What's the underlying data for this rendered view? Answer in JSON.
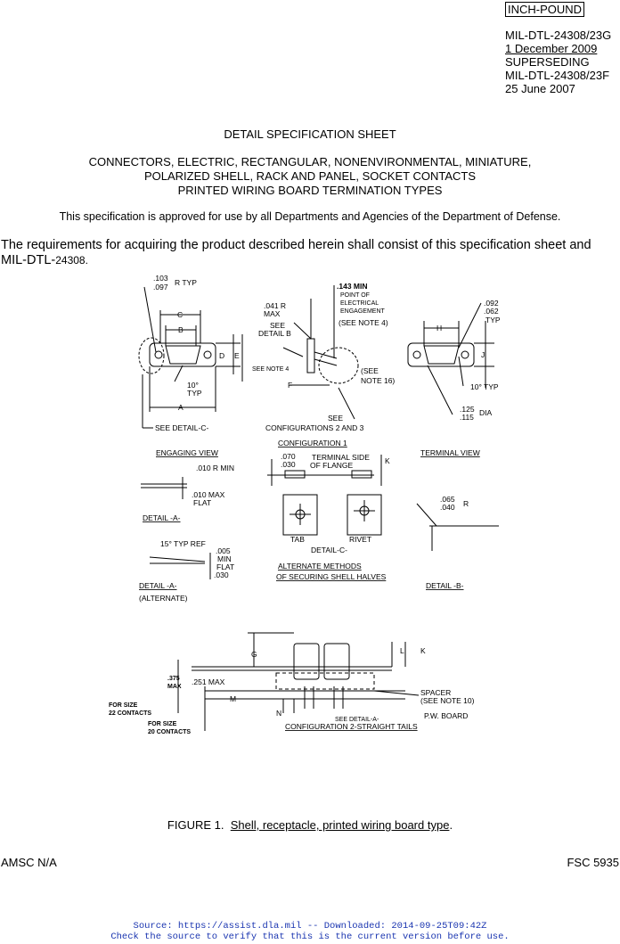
{
  "header": {
    "inch_pound": "INCH-POUND",
    "doc_number": "MIL-DTL-24308/23G",
    "date": "1 December 2009",
    "superseding": "SUPERSEDING",
    "prev_doc": "MIL-DTL-24308/23F",
    "prev_date": "25 June 2007"
  },
  "title": {
    "sheet": "DETAIL SPECIFICATION SHEET",
    "line1": "CONNECTORS, ELECTRIC, RECTANGULAR, NONENVIRONMENTAL, MINIATURE,",
    "line2": "POLARIZED SHELL, RACK AND PANEL, SOCKET CONTACTS",
    "line3": "PRINTED WIRING BOARD TERMINATION TYPES"
  },
  "approval": "This specification is approved for use by all Departments and Agencies of the Department of Defense.",
  "requirements": {
    "text": "The requirements for acquiring the product described herein shall consist of this specification sheet and MIL-DTL-",
    "ref": "24308."
  },
  "drawing": {
    "r_typ_a": ".103",
    "r_typ_b": ".097",
    "r_typ": "R TYP",
    "dim_c": "C",
    "dim_b": "B",
    "dim_d": "D",
    "dim_e": "E",
    "dim_a": "A",
    "ten_deg": "10°",
    "typ": "TYP",
    "see_detail_c": "SEE DETAIL-C-",
    "min143": ".143 MIN",
    "point_of": "POINT OF",
    "electrical": "ELECTRICAL",
    "engagement": "ENGAGEMENT",
    "see_note4a": "(SEE NOTE 4)",
    "r041": ".041 R",
    "max": "MAX",
    "see": "SEE",
    "detail_b": "DETAIL B",
    "see_note4b": "SEE NOTE 4",
    "dim_f": "F",
    "see_note16a": "(SEE",
    "see_note16b": "NOTE 16)",
    "config23": "CONFIGURATIONS 2 AND 3",
    "r092": ".092",
    "r062": ".062",
    "dim_h": "H",
    "dim_j": "J",
    "ten_typ": "10° TYP",
    "dia125": ".125",
    "dia115": ".115",
    "dia": "DIA",
    "config1": "CONFIGURATION 1",
    "engaging_view": "ENGAGING VIEW",
    "terminal_view": "TERMINAL VIEW",
    "d070": ".070",
    "d030": ".030",
    "terminal_side": "TERMINAL SIDE",
    "of_flange": "OF FLANGE",
    "dim_k": "K",
    "r010min": ".010 R MIN",
    "max010": ".010 MAX",
    "flat": "FLAT",
    "detail_a": "DETAIL -A-",
    "tab": "TAB",
    "rivet": "RIVET",
    "detail_c": "DETAIL-C-",
    "r065": ".065",
    "r040": ".040",
    "r": "R",
    "typ_ref15": "15° TYP REF",
    "d005": ".005",
    "min": "MIN",
    "flat2": "FLAT",
    "d030b": ".030",
    "alt_methods1": "ALTERNATE METHODS",
    "alt_methods2": "OF SECURING SHELL HALVES",
    "detail_a_alt": "DETAIL -A-",
    "alternate": "(ALTERNATE)",
    "detail_b_lbl": "DETAIL -B-",
    "dim_g": "G",
    "dim_l": "L",
    "dim_k2": "K",
    "d375": ".375",
    "max375": "MAX",
    "d251": ".251 MAX",
    "dim_m": "M",
    "dim_n": "N",
    "spacer": "SPACER",
    "see_note10": "(SEE NOTE 10)",
    "pw_board": "P.W. BOARD",
    "see_detail_a": "SEE DETAIL-A-",
    "config2": "CONFIGURATION 2-STRAIGHT TAILS",
    "size22a": "FOR SIZE",
    "size22b": "22 CONTACTS",
    "size20a": "FOR SIZE",
    "size20b": "20 CONTACTS"
  },
  "figure_caption": {
    "prefix": "FIGURE 1.",
    "title": "Shell, receptacle, printed wiring board type",
    "suffix": "."
  },
  "footer": {
    "amsc": "AMSC N/A",
    "fsc": "FSC 5935",
    "source_line1": "Source: https://assist.dla.mil -- Downloaded: 2014-09-25T09:42Z",
    "source_line2": "Check the source to verify that this is the current version before use."
  }
}
